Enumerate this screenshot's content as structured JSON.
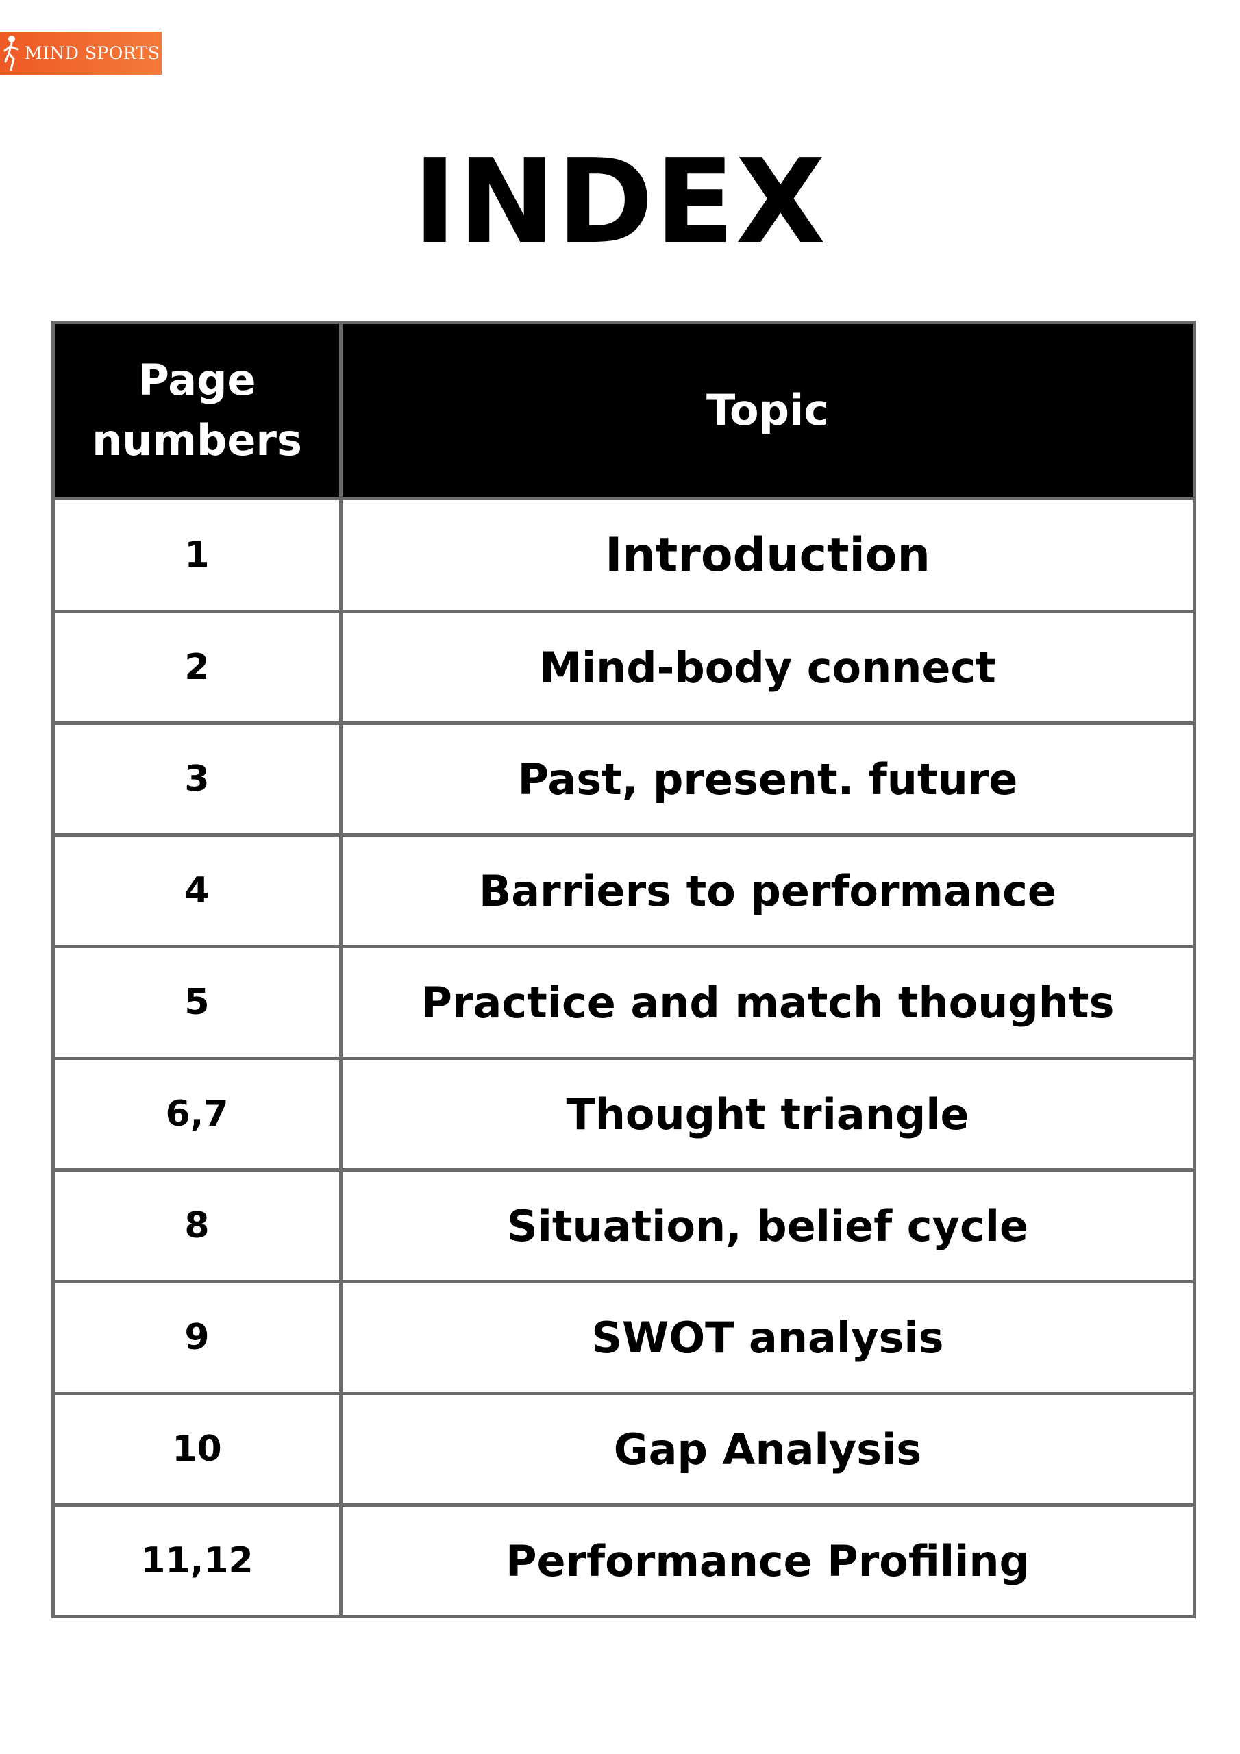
{
  "logo": {
    "text": "MIND SPORTS",
    "bg_color": "#f26b2c",
    "icon": "athlete-figure-icon"
  },
  "title": "INDEX",
  "table": {
    "header": {
      "page_line1": "Page",
      "page_line2": "numbers",
      "topic": "Topic",
      "bg_color": "#000000"
    },
    "rows": [
      {
        "page": "1",
        "topic": "Introduction"
      },
      {
        "page": "2",
        "topic": "Mind-body connect"
      },
      {
        "page": "3",
        "topic": "Past, present. future"
      },
      {
        "page": "4",
        "topic": "Barriers to performance"
      },
      {
        "page": "5",
        "topic": "Practice and match thoughts"
      },
      {
        "page": "6,7",
        "topic": "Thought triangle"
      },
      {
        "page": "8",
        "topic": "Situation, belief cycle"
      },
      {
        "page": "9",
        "topic": "SWOT analysis"
      },
      {
        "page": "10",
        "topic": "Gap Analysis"
      },
      {
        "page": "11,12",
        "topic": "Performance Profiling"
      }
    ],
    "border_color": "#6b6b6b"
  }
}
